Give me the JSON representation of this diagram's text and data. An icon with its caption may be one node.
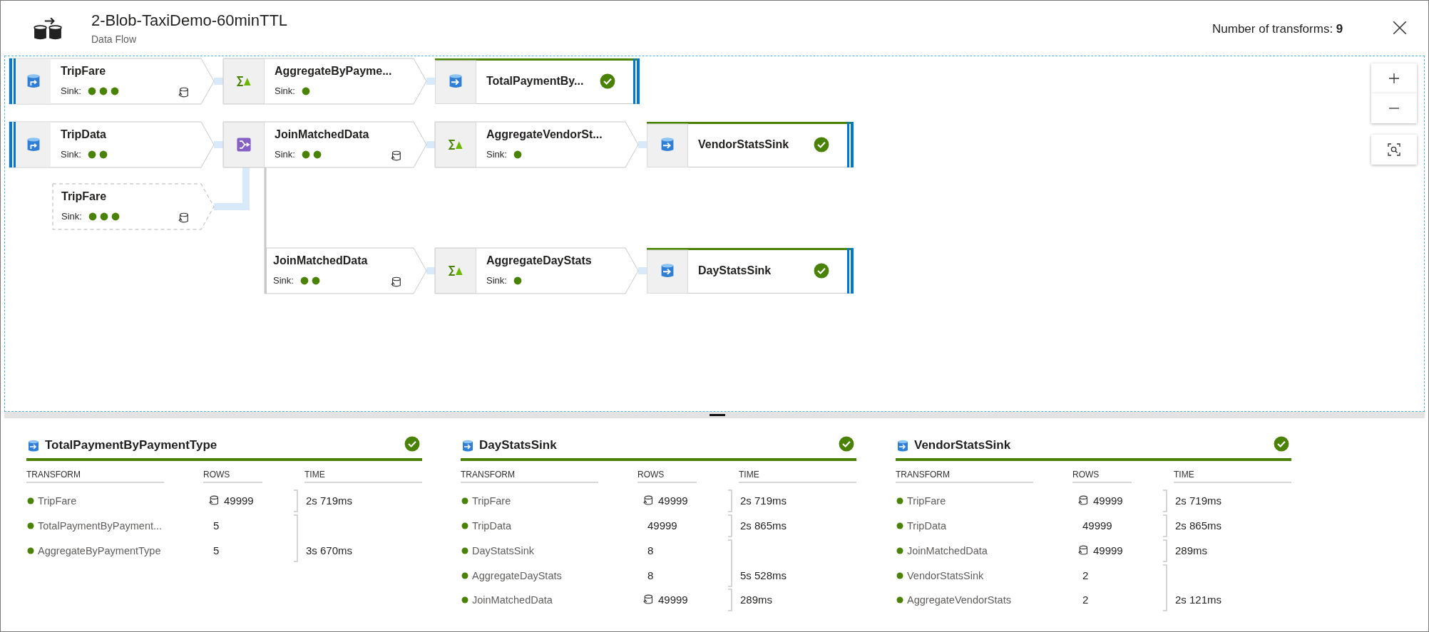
{
  "diagram": {
    "title": "2-Blob-TaxiDemo-60minTTL",
    "nodes": [
      {
        "text": [
          "TripFare",
          "Sink:"
        ]
      },
      {
        "text": [
          "AggregateByPayme...",
          "Sink:"
        ]
      },
      {
        "text": [
          "TotalPaymentBy..."
        ]
      },
      {
        "text": [
          "TripData",
          "Sink:"
        ]
      },
      {
        "text": [
          "JoinMatchedData",
          "Sink:"
        ]
      },
      {
        "text": [
          "AggregateVendorSt...",
          "Sink:"
        ]
      },
      {
        "text": [
          "VendorStatsSink"
        ]
      },
      {
        "text": [
          "TripFare",
          "Sink:"
        ]
      },
      {
        "text": [
          "JoinMatchedData",
          "Sink:"
        ]
      },
      {
        "text": [
          "AggregateDayStats",
          "Sink:"
        ]
      },
      {
        "text": [
          "DayStatsSink"
        ]
      }
    ],
    "edges": [
      {
        "from": 0,
        "to": 1,
        "arrow": "none"
      },
      {
        "from": 1,
        "to": 2,
        "arrow": "none"
      },
      {
        "from": 3,
        "to": 4,
        "arrow": "none"
      },
      {
        "from": 4,
        "to": 5,
        "arrow": "none"
      },
      {
        "from": 5,
        "to": 6,
        "arrow": "none"
      },
      {
        "from": 7,
        "to": 4,
        "arrow": "none"
      },
      {
        "from": 4,
        "to": 8,
        "arrow": "none",
        "color": "#c8c8c8"
      },
      {
        "from": 8,
        "to": 9,
        "arrow": "none"
      },
      {
        "from": 9,
        "to": 10,
        "arrow": "none"
      }
    ],
    "labels": [
      "Data Flow",
      "Number of transforms: **9**",
      "TotalPaymentByPaymentType",
      "TRANSFORM",
      "ROWS",
      "TIME",
      "TripFare",
      "49999",
      "2s 719ms",
      "TotalPaymentByPayment...",
      "5",
      "AggregateByPaymentType",
      "5",
      "3s 670ms",
      "DayStatsSink",
      "TRANSFORM",
      "ROWS",
      "TIME",
      "TripFare",
      "49999",
      "2s 719ms",
      "TripData",
      "49999",
      "2s 865ms",
      "DayStatsSink",
      "8",
      "AggregateDayStats",
      "8",
      "5s 528ms",
      "JoinMatchedData",
      "49999",
      "289ms",
      "VendorStatsSink",
      "TRANSFORM",
      "ROWS",
      "TIME",
      "TripFare",
      "49999",
      "2s 719ms",
      "TripData",
      "49999",
      "2s 865ms",
      "JoinMatchedData",
      "49999",
      "289ms",
      "VendorStatsSink",
      "2",
      "AggregateVendorStats",
      "2",
      "2s 121ms"
    ]
  }
}
